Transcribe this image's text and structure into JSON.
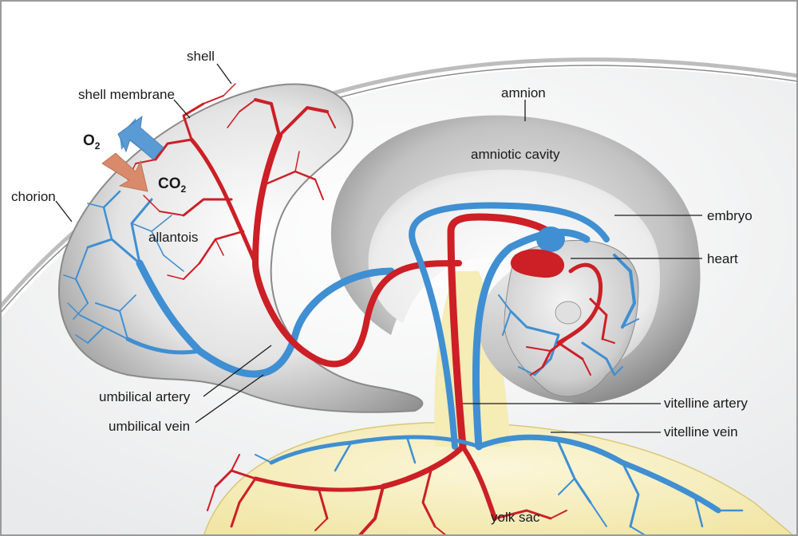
{
  "colors": {
    "artery": "#cc1f26",
    "vein": "#3f8fd2",
    "yolk": "#f7efbe",
    "membrane": "#a9a9a9",
    "o2_arrow": "#5b9bd5",
    "co2_arrow": "#d98a6a"
  },
  "labels": {
    "shell": "shell",
    "shell_membrane": "shell membrane",
    "chorion": "chorion",
    "allantois": "allantois",
    "amnion": "amnion",
    "amniotic_cavity": "amniotic cavity",
    "embryo": "embryo",
    "heart": "heart",
    "umbilical_artery": "umbilical artery",
    "umbilical_vein": "umbilical vein",
    "vitelline_artery": "vitelline artery",
    "vitelline_vein": "vitelline vein",
    "yolk_sac": "yolk sac"
  },
  "gases": {
    "o2": "O",
    "o2_sub": "2",
    "co2": "CO",
    "co2_sub": "2"
  }
}
